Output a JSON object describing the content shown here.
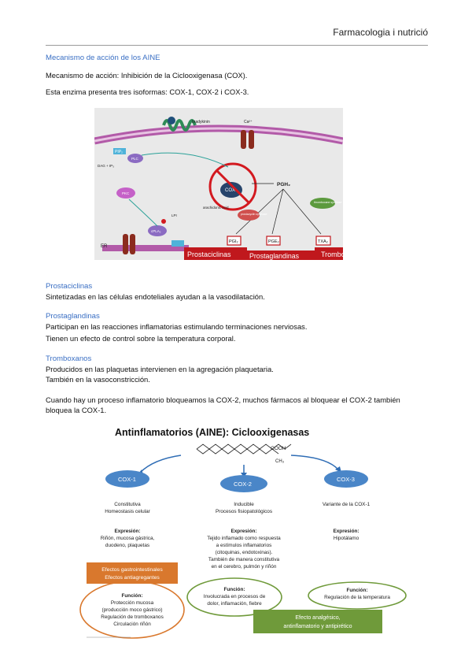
{
  "header": {
    "title": "Farmacologia i nutrició"
  },
  "section": {
    "heading": "Mecanismo de acción de los AINE"
  },
  "intro": {
    "line1": "Mecanismo de acción: Inhibición de la Ciclooxigenasa (COX).",
    "line2": "Esta enzima presenta tres isoformas: COX-1, COX-2 i COX-3."
  },
  "figure1": {
    "labels": {
      "bradykinin": "bradykinin",
      "ca": "Ca²⁺",
      "pip2": "PIP₂",
      "plc": "PLC",
      "dag": "DAG + IP₃",
      "pkc": "PKC",
      "cox": "COX",
      "arachidonic": "arachidonic acid",
      "pgh2": "PGH₂",
      "lpi": "LPI",
      "cpla2": "cPLA₂",
      "er": "ER",
      "prostacyclin_synthase": "prostacyclin synthase",
      "thromboxane_synthase": "thromboxane synthase",
      "pgi2": "PGI₂",
      "pge2": "PGE₂",
      "txa2": "TXA₂"
    },
    "banners": {
      "prostaciclinas": "Prostaciclinas",
      "prostaglandinas": "Prostaglandinas",
      "tromboxanos": "Tromboxanos"
    }
  },
  "prostaciclinas": {
    "heading": "Prostaciclinas",
    "text": "Sintetizadas en las células endoteliales ayudan a la vasodilatación."
  },
  "prostaglandinas": {
    "heading": "Prostaglandinas",
    "line1": "Participan en las reacciones inflamatorias estimulando terminaciones nerviosas.",
    "line2": "Tienen un efecto de control sobre la temperatura corporal."
  },
  "tromboxanos": {
    "heading": "Tromboxanos",
    "line1": "Producidos en las plaquetas intervienen en la agregación plaquetaria.",
    "line2": "También en la vasoconstricción."
  },
  "closing": {
    "line1": "Cuando hay un proceso inflamatorio bloqueamos la COX-2, muchos fármacos al bloquear el COX-2 también",
    "line2": "bloquea la COX-1."
  },
  "figure2": {
    "title": "Antinflamatorios (AINE): Ciclooxigenasas",
    "cooh": "COOH",
    "ch3": "CH₃",
    "cox1": {
      "label": "COX-1",
      "type1": "Constitutiva",
      "type2": "Homeostasis celular",
      "expr_title": "Expresión:",
      "expr1": "Riñón, mucosa gástrica,",
      "expr2": "duodeno, plaquetas",
      "effects1": "Efectos gastrointestinales",
      "effects2": "Efectos antiagregantes",
      "func_title": "Función:",
      "func1": "Protección mucosa",
      "func2": "(producción moco gástrico)",
      "func3": "Regulación de tromboxanos",
      "func4": "Circulación riñón"
    },
    "cox2": {
      "label": "COX-2",
      "type1": "Inducible",
      "type2": "Procesos fisiopatológicos",
      "expr_title": "Expresión:",
      "expr1": "Tejido inflamado como respuesta",
      "expr2": "a estímulos inflamatorios",
      "expr3": "(citoquinas, endotoxinas).",
      "expr4": "También de manera constitutiva",
      "expr5": "en el cerebro, pulmón y riñón",
      "func_title": "Función:",
      "func1": "Involucrada en procesos de",
      "func2": "dolor, inflamación, fiebre",
      "effect1": "Efecto analgésico,",
      "effect2": "antinflamatorio y antipirético"
    },
    "cox3": {
      "label": "COX-3",
      "type1": "Variante de la COX-1",
      "expr_title": "Expresión:",
      "expr1": "Hipotálamo",
      "func_title": "Función:",
      "func1": "Regulación de la temperatura"
    },
    "colors": {
      "cox": "#4a86c8",
      "effect_orange": "#d9782d",
      "effect_green": "#6f9a3a",
      "arrow": "#2f6db5"
    }
  }
}
